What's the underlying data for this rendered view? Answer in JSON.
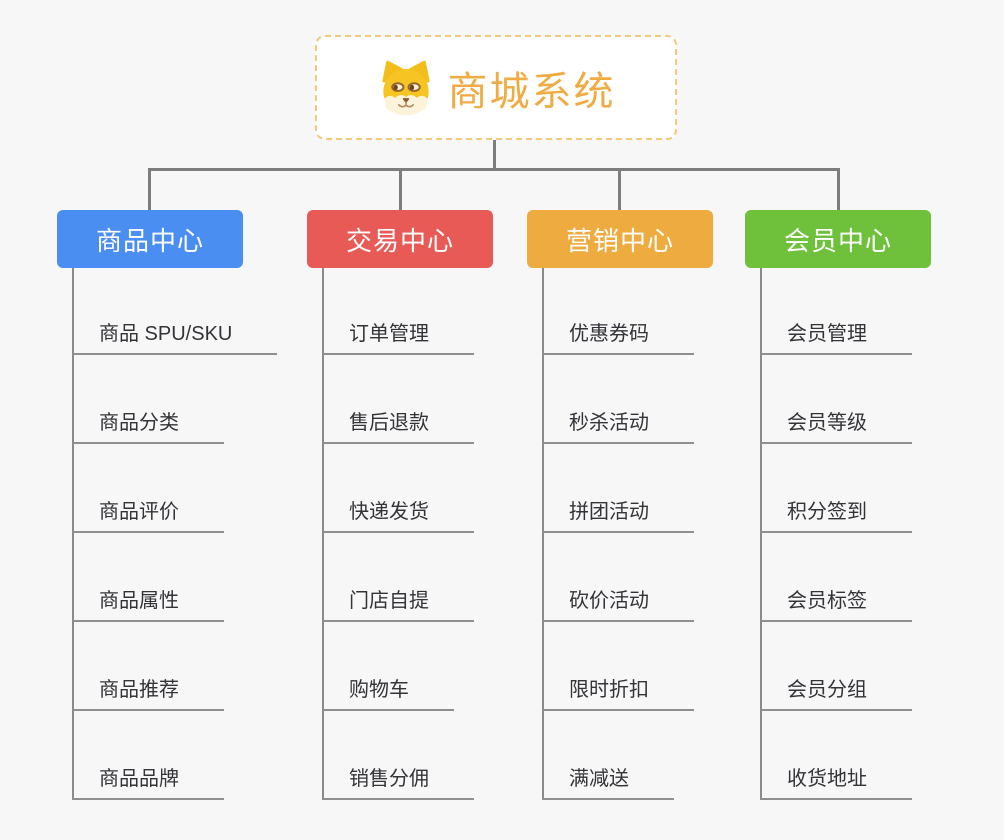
{
  "root": {
    "label": "商城系统",
    "icon": "dog-face-icon",
    "text_color": "#f0ac44",
    "border_color": "#f5c87c"
  },
  "branches": [
    {
      "label": "商品中心",
      "color": "#4b8ef2",
      "items": [
        "商品 SPU/SKU",
        "商品分类",
        "商品评价",
        "商品属性",
        "商品推荐",
        "商品品牌"
      ]
    },
    {
      "label": "交易中心",
      "color": "#e85a55",
      "items": [
        "订单管理",
        "售后退款",
        "快递发货",
        "门店自提",
        "购物车",
        "销售分佣"
      ]
    },
    {
      "label": "营销中心",
      "color": "#eeac40",
      "items": [
        "优惠券码",
        "秒杀活动",
        "拼团活动",
        "砍价活动",
        "限时折扣",
        "满减送"
      ]
    },
    {
      "label": "会员中心",
      "color": "#6fc13c",
      "items": [
        "会员管理",
        "会员等级",
        "积分签到",
        "会员标签",
        "会员分组",
        "收货地址"
      ]
    }
  ],
  "colors": {
    "background": "#f7f7f7",
    "connector_line": "#7d7d7d",
    "leaf_underline": "#8f8f8f",
    "leaf_text": "#333338"
  }
}
